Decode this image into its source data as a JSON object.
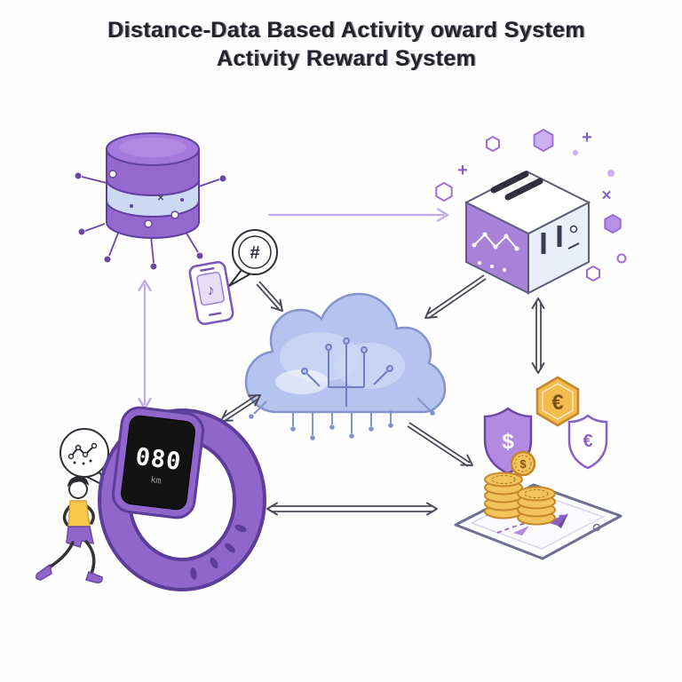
{
  "title": {
    "line1": "Distance-Data Based Activity oward System",
    "line2": "Activity Reward System"
  },
  "tracker_display": {
    "value": "080",
    "unit": "km"
  },
  "symbols": {
    "hashtag": "#",
    "music_note": "♪",
    "dollar": "$",
    "euro": "€",
    "plus": "+",
    "cross": "✕"
  },
  "palette": {
    "purple": "#8a5fc5",
    "band_purple": "#9066cc",
    "lavender": "#cbb1ef",
    "cloud_blue": "#b5c4ee",
    "gold": "#f2bc4e",
    "yellow": "#f6c94b",
    "ink": "#2e2e3a"
  }
}
